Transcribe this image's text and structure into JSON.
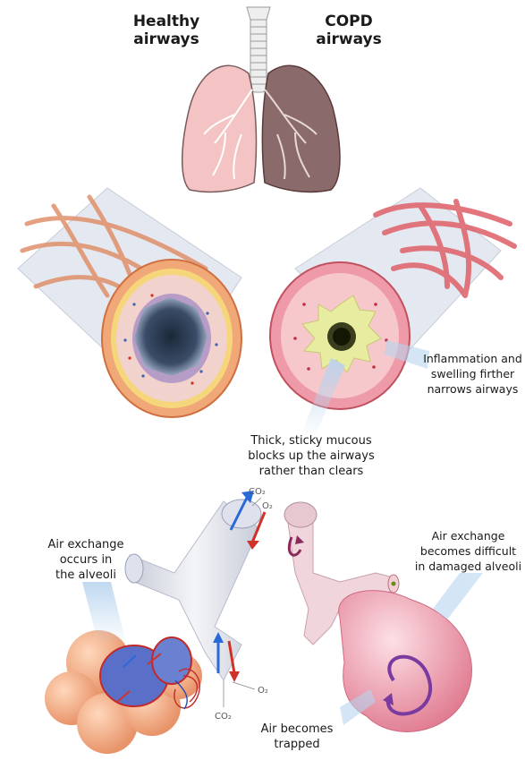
{
  "header": {
    "healthy": [
      "Healthy",
      "airways"
    ],
    "copd": [
      "COPD",
      "airways"
    ]
  },
  "labels": {
    "inflammation": [
      "Inflammation and",
      "swelling firther",
      "narrows airways"
    ],
    "mucous": [
      "Thick, sticky mucous",
      "blocks up the airways",
      "rather than clears"
    ],
    "healthy_alveoli": [
      "Air exchange",
      "occurs in",
      "the alveoli"
    ],
    "damaged_alveoli": [
      "Air exchange",
      "becomes difficult",
      "in damaged alveoli"
    ],
    "trapped": [
      "Air becomes",
      "trapped"
    ]
  },
  "gases": {
    "co2_top": "CO₂",
    "o2_top": "O₂",
    "o2_bottom": "O₂",
    "co2_bottom": "CO₂"
  },
  "colors": {
    "healthy_lung": "#f4c4c4",
    "copd_lung": "#8a6a6a",
    "muscle": "#e0706a",
    "oxygen_arrow": "#2a6ad8",
    "co2_arrow": "#d0322a",
    "callout": "#b8d4ee"
  }
}
